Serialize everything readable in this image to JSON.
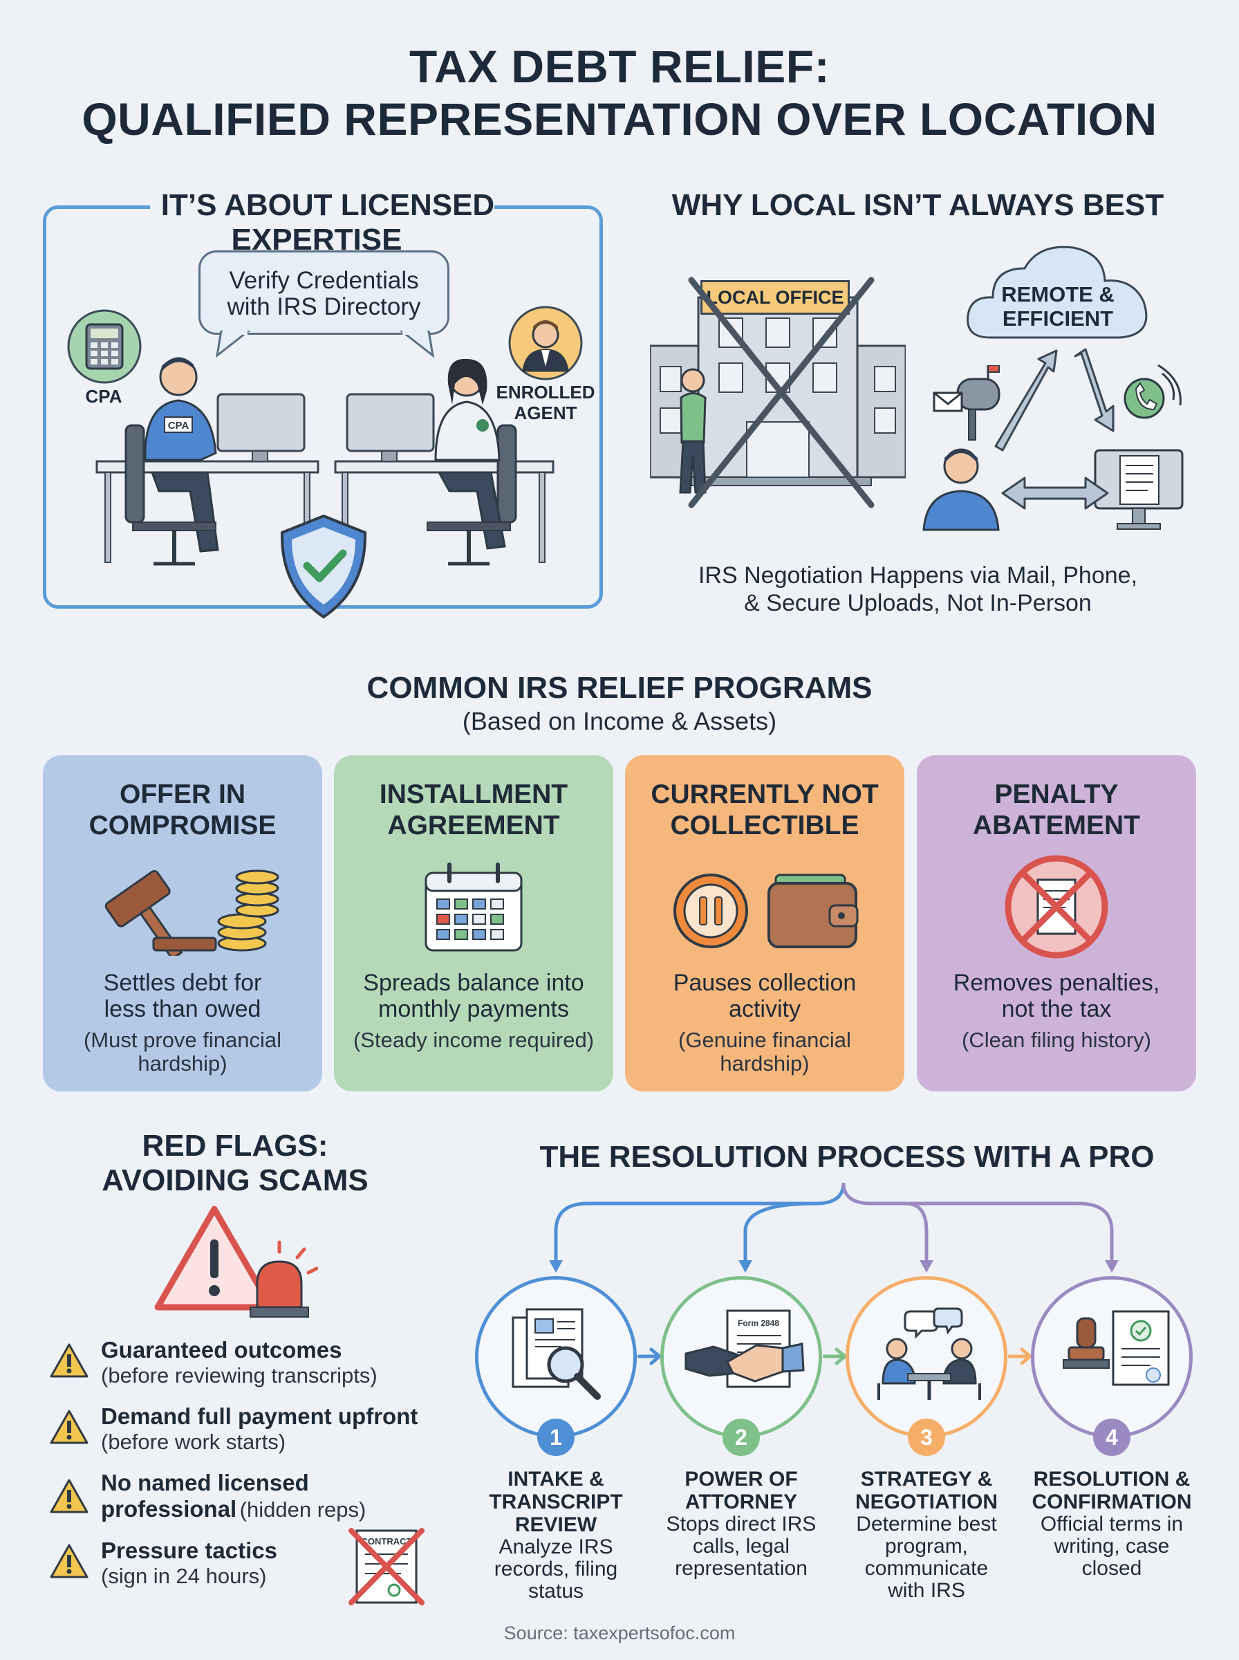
{
  "title_line1": "TAX DEBT RELIEF:",
  "title_line2": "QUALIFIED REPRESENTATION OVER LOCATION",
  "expertise": {
    "heading": "IT’S ABOUT LICENSED EXPERTISE",
    "bubble_line1": "Verify Credentials",
    "bubble_line2": "with IRS Directory",
    "cpa_label": "CPA",
    "cpa_badge": "CPA",
    "agent_label_line1": "ENROLLED",
    "agent_label_line2": "AGENT"
  },
  "local": {
    "heading": "WHY LOCAL ISN’T ALWAYS BEST",
    "office_sign": "LOCAL OFFICE",
    "cloud_line1": "REMOTE &",
    "cloud_line2": "EFFICIENT",
    "caption_line1": "IRS Negotiation Happens via Mail, Phone,",
    "caption_line2": "& Secure Uploads, Not In-Person"
  },
  "programs": {
    "heading": "COMMON IRS RELIEF PROGRAMS",
    "subheading": "(Based on Income & Assets)",
    "cards": [
      {
        "title1": "OFFER IN",
        "title2": "COMPROMISE",
        "main1": "Settles debt for",
        "main2": "less than owed",
        "sub1": "(Must prove financial",
        "sub2": "hardship)",
        "color": "#b3c9e6"
      },
      {
        "title1": "INSTALLMENT",
        "title2": "AGREEMENT",
        "main1": "Spreads balance into",
        "main2": "monthly payments",
        "sub1": "(Steady income required)",
        "sub2": "",
        "color": "#b5d9b8"
      },
      {
        "title1": "CURRENTLY NOT",
        "title2": "COLLECTIBLE",
        "main1": "Pauses collection",
        "main2": "activity",
        "sub1": "(Genuine financial",
        "sub2": "hardship)",
        "color": "#f6b77d"
      },
      {
        "title1": "PENALTY",
        "title2": "ABATEMENT",
        "main1": "Removes penalties,",
        "main2": "not the tax",
        "sub1": "(Clean filing history)",
        "sub2": "",
        "color": "#cdb3d8"
      }
    ]
  },
  "red_flags": {
    "heading_line1": "RED FLAGS:",
    "heading_line2": "AVOIDING SCAMS",
    "contract_label": "CONTRACT",
    "items": [
      {
        "bold": "Guaranteed outcomes",
        "sub": "(before reviewing transcripts)"
      },
      {
        "bold": "Demand full payment upfront",
        "sub": "(before work starts)"
      },
      {
        "bold": "No named licensed",
        "bold2": "professional",
        "sub": "(hidden reps)"
      },
      {
        "bold": "Pressure tactics",
        "sub": "(sign in 24 hours)"
      }
    ]
  },
  "process": {
    "heading": "THE RESOLUTION PROCESS WITH A PRO",
    "form_label": "Form 2848",
    "steps": [
      {
        "num": "1",
        "t1": "INTAKE &",
        "t2": "TRANSCRIPT",
        "t3": "REVIEW",
        "d1": "Analyze IRS",
        "d2": "records, filing",
        "d3": "status",
        "color": "#4f8fd6"
      },
      {
        "num": "2",
        "t1": "POWER OF",
        "t2": "ATTORNEY",
        "t3": "",
        "d1": "Stops direct IRS",
        "d2": "calls, legal",
        "d3": "representation",
        "color": "#7fc08a"
      },
      {
        "num": "3",
        "t1": "STRATEGY &",
        "t2": "NEGOTIATION",
        "t3": "",
        "d1": "Determine best",
        "d2": "program,",
        "d3": "communicate",
        "d4": "with IRS",
        "color": "#f5ad68"
      },
      {
        "num": "4",
        "t1": "RESOLUTION &",
        "t2": "CONFIRMATION",
        "t3": "",
        "d1": "Official terms in",
        "d2": "writing, case",
        "d3": "closed",
        "color": "#9b8ac2"
      }
    ]
  },
  "source": "Source: taxexpertsofoc.com"
}
